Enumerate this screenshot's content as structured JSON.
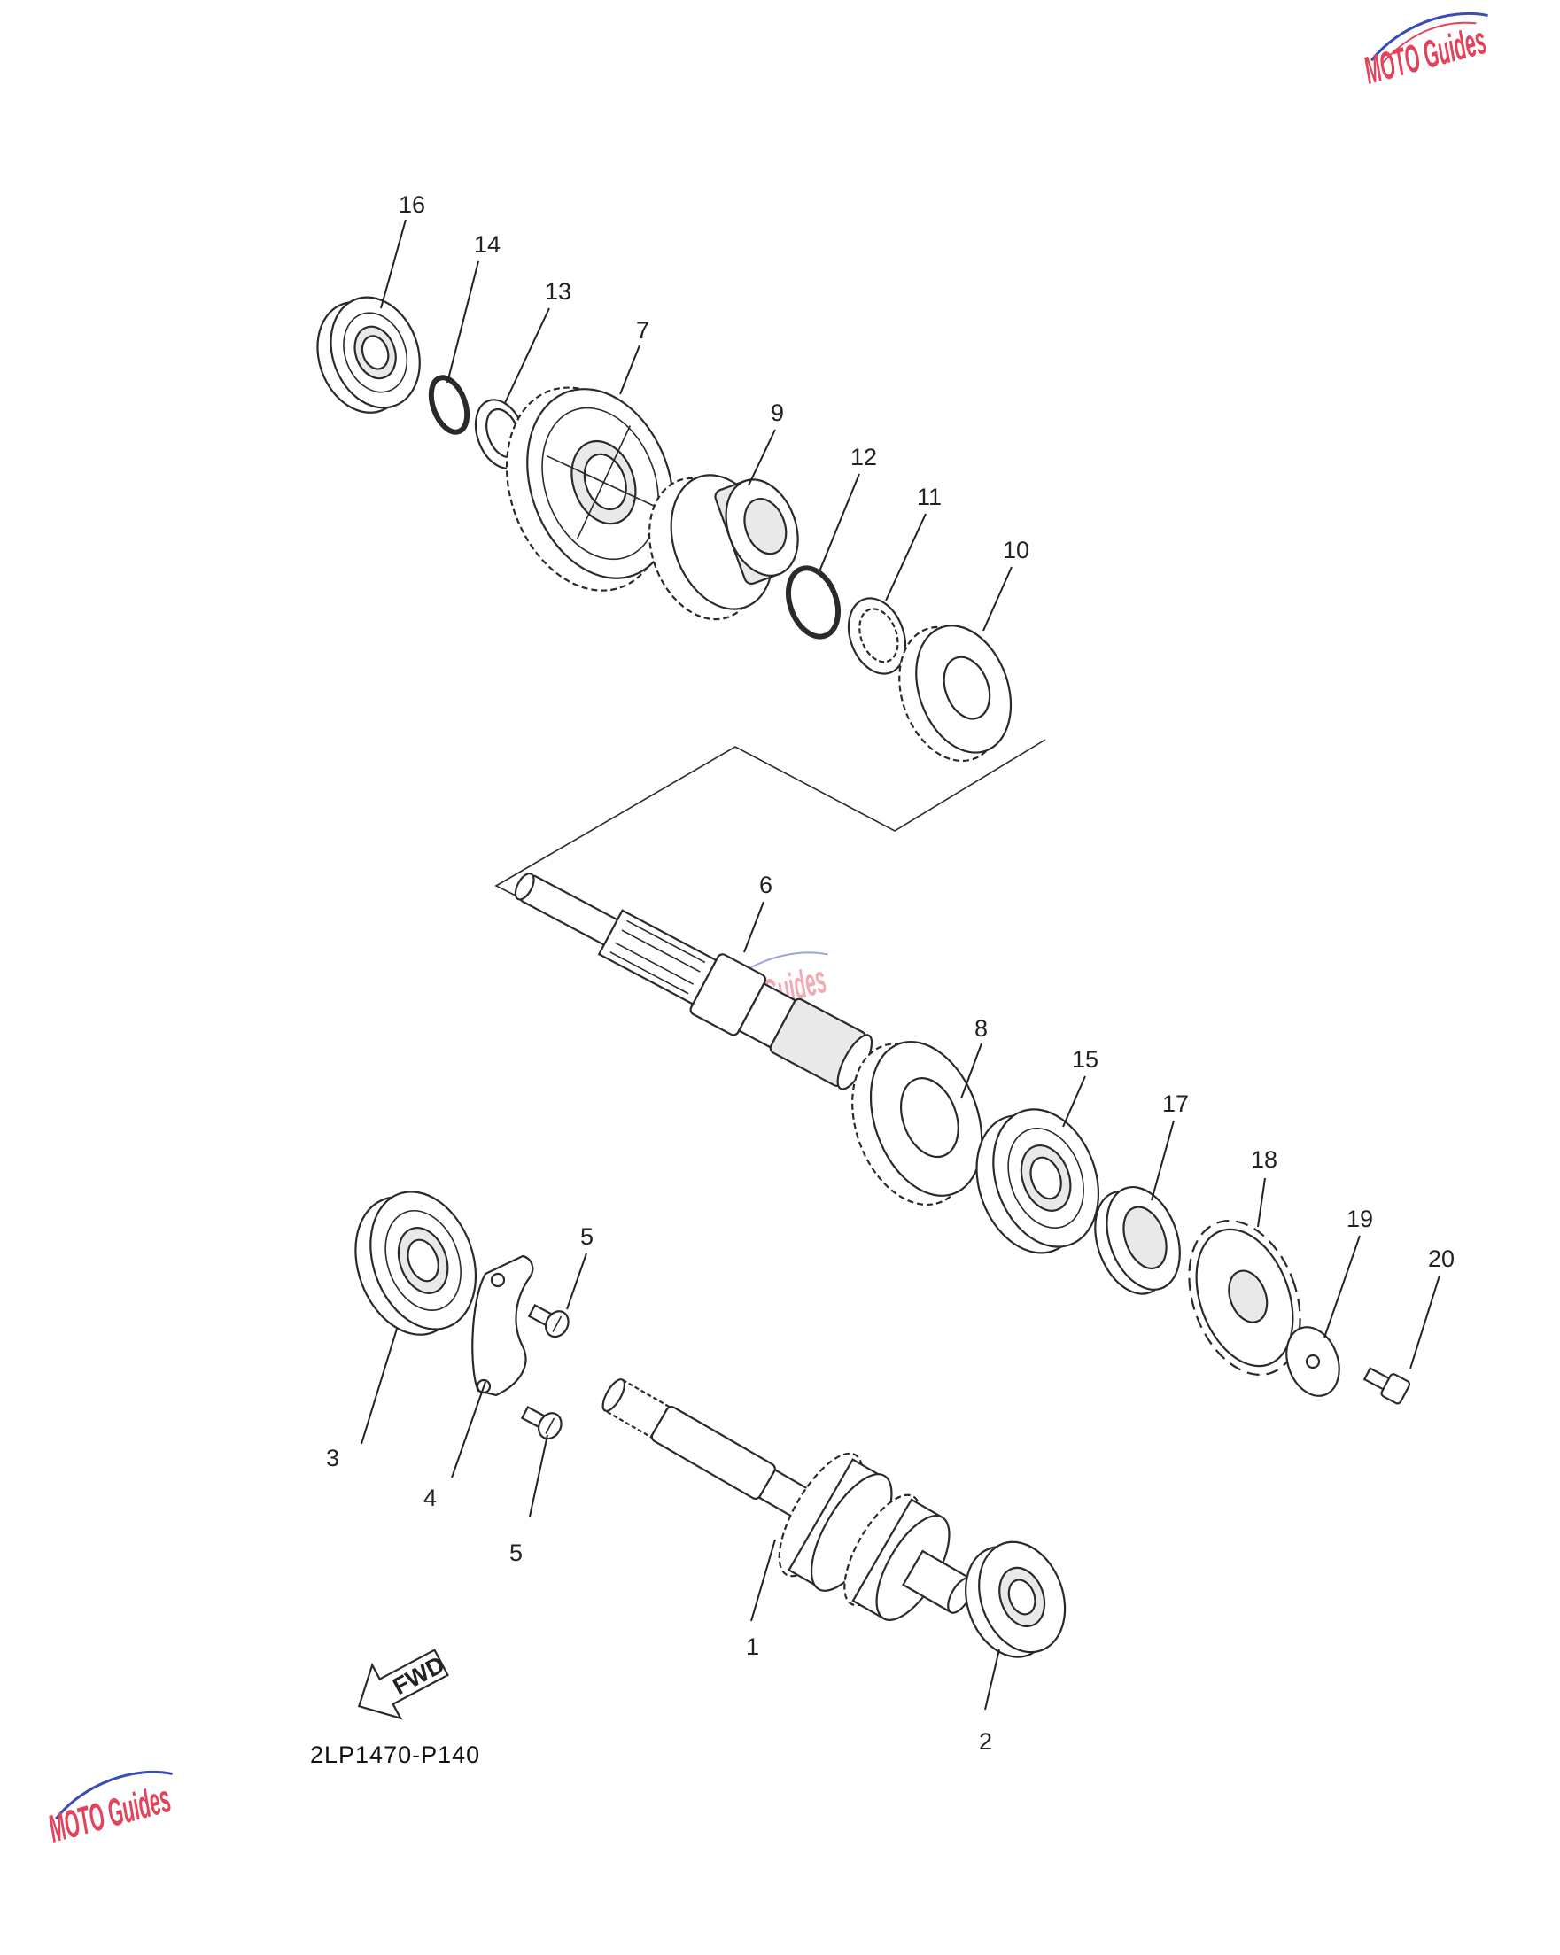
{
  "diagram": {
    "drawing_code": "2LP1470-P140",
    "fwd_label": "FWD",
    "watermark": "MOTO Guides",
    "colors": {
      "line": "#2a2a2a",
      "watermark_red": "#e3425a",
      "watermark_blue": "#3a4db4"
    },
    "callouts": [
      "16",
      "14",
      "13",
      "7",
      "9",
      "12",
      "11",
      "10",
      "6",
      "8",
      "15",
      "17",
      "18",
      "19",
      "20",
      "5",
      "3",
      "4",
      "5",
      "1",
      "2"
    ]
  }
}
